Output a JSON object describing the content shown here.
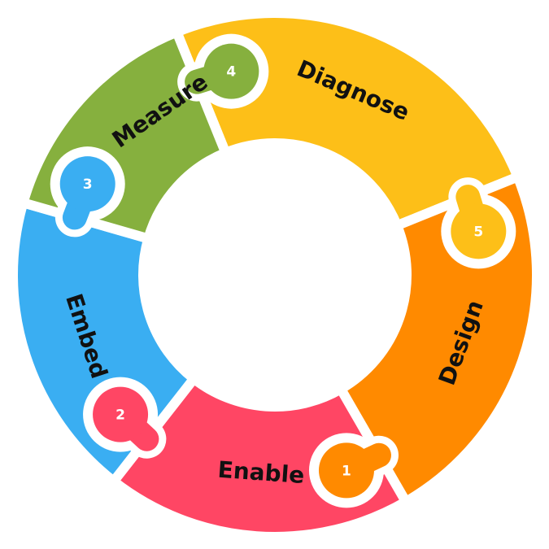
{
  "diagram": {
    "type": "puzzle-cycle",
    "segments": [
      {
        "label": "Diagnose",
        "number": "5",
        "color": "#FDBF18"
      },
      {
        "label": "Design",
        "number": "1",
        "color": "#FF8A00"
      },
      {
        "label": "Enable",
        "number": "2",
        "color": "#FF4664"
      },
      {
        "label": "Embed",
        "number": "3",
        "color": "#3AAEF2"
      },
      {
        "label": "Measure",
        "number": "4",
        "color": "#86B03E"
      }
    ],
    "background": "#FFFFFF"
  }
}
